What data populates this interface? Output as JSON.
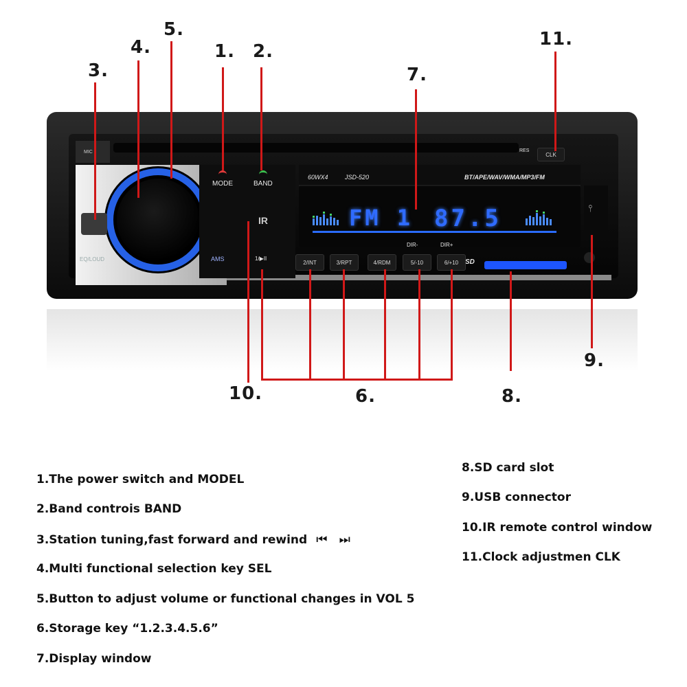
{
  "callouts": {
    "n1": "1.",
    "n2": "2.",
    "n3": "3.",
    "n4": "4.",
    "n5": "5.",
    "n6": "6.",
    "n7": "7.",
    "n8": "8.",
    "n9": "9.",
    "n10": "10.",
    "n11": "11."
  },
  "panel": {
    "mode": "MODE",
    "band": "BAND",
    "res": "RES",
    "clk": "CLK",
    "mic": "MIC",
    "power_spec": "60WX4",
    "model": "JSD-520",
    "formats": "BT/APE/WAV/WMA/MP3/FM",
    "display_band": "FM 1",
    "display_freq": "87.5",
    "ams": "AMS",
    "eq_loud": "EQ/LOUD",
    "play": "1/▶II",
    "ir": "IR",
    "sd": "SD",
    "dir_minus": "DIR-",
    "dir_plus": "DIR+",
    "keys": [
      "2/INT",
      "3/RPT",
      "4/RDM",
      "5/-10",
      "6/+10"
    ]
  },
  "legend": {
    "left": [
      "1.The power switch and MODEL",
      "2.Band controis BAND",
      "3.Station tuning,fast forward and rewind",
      "4.Multi functional selection key SEL",
      "5.Button to adjust volume or functional changes in VOL 5",
      "6.Storage key “1.2.3.4.5.6”",
      "7.Display window"
    ],
    "right": [
      "8.SD card slot",
      "9.USB connector",
      "10.IR remote control window",
      "11.Clock adjustmen CLK"
    ],
    "rewind_icon": "⏮",
    "forward_icon": "⏭"
  },
  "colors": {
    "leader": "#d01818",
    "display_blue": "#2f6bff",
    "knob_ring": "#2a6cff"
  }
}
